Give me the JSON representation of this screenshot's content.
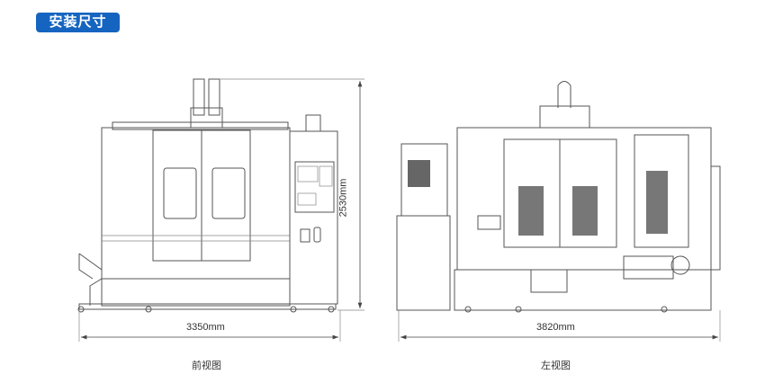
{
  "section_title": "安装尺寸",
  "front_view": {
    "caption": "前视图",
    "width_label": "3350mm",
    "height_label": "2530mm"
  },
  "side_view": {
    "caption": "左视图",
    "width_label": "3820mm"
  }
}
